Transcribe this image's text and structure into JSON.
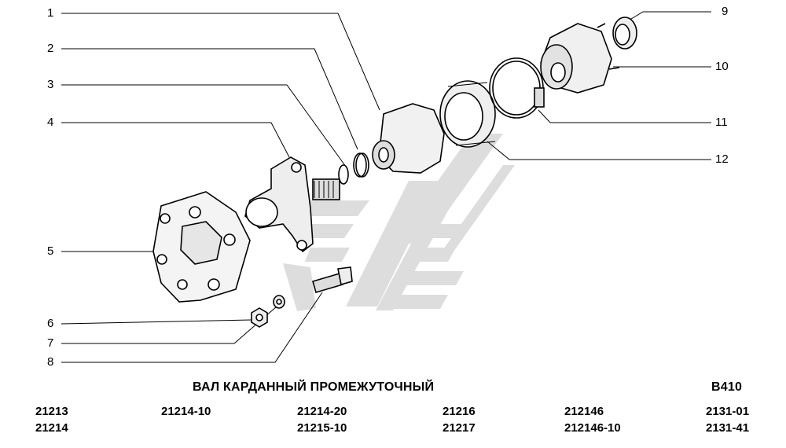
{
  "title": "ВАЛ КАРДАННЫЙ ПРОМЕЖУТОЧНЫЙ",
  "page_code": "B410",
  "callouts": [
    "1",
    "2",
    "3",
    "4",
    "5",
    "6",
    "7",
    "8",
    "9",
    "10",
    "11",
    "12"
  ],
  "model_columns": [
    [
      "21213",
      "21214"
    ],
    [
      "21214-10",
      ""
    ],
    [
      "21214-20",
      "21215-10"
    ],
    [
      "21216",
      "21217"
    ],
    [
      "212146",
      "212146-10"
    ],
    [
      "2131-01",
      "2131-41"
    ]
  ]
}
